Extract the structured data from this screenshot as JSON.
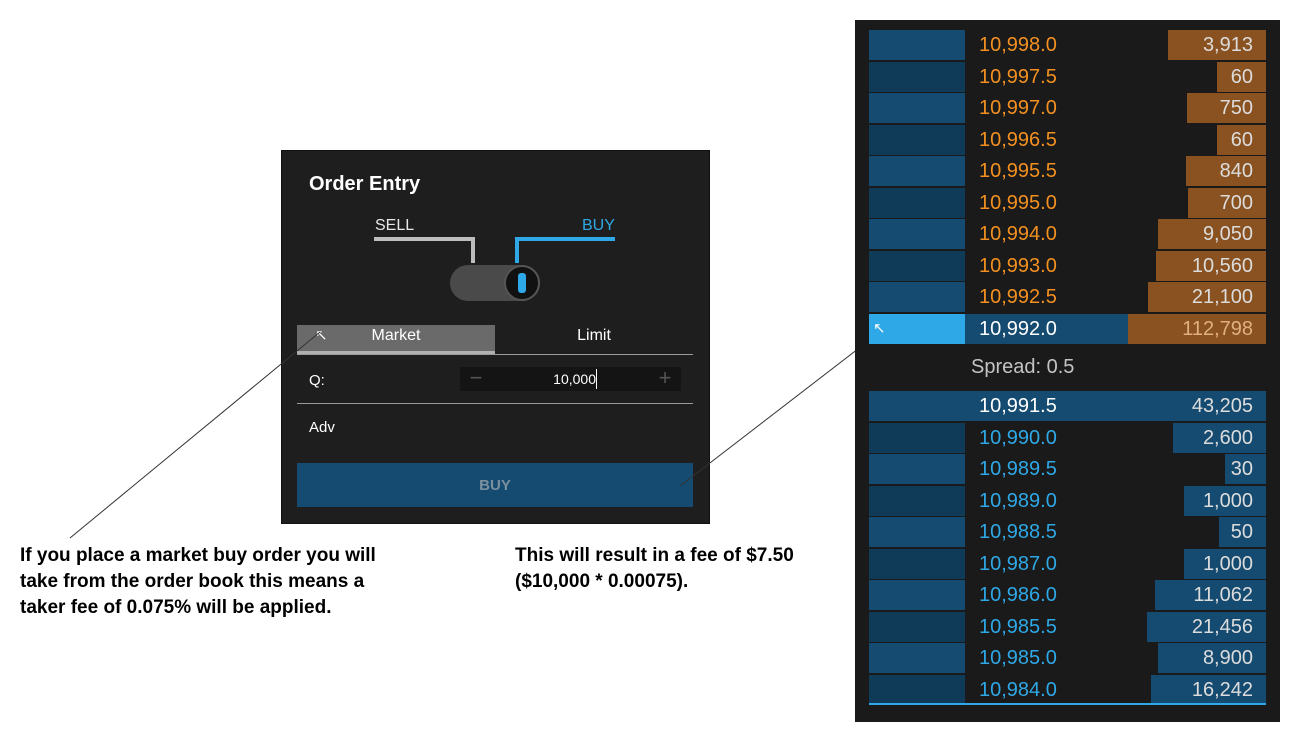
{
  "order_entry": {
    "title": "Order Entry",
    "sell_label": "SELL",
    "buy_label": "BUY",
    "tabs": {
      "market": "Market",
      "limit": "Limit"
    },
    "quantity_label": "Q:",
    "quantity_value": "10,000",
    "minus_symbol": "−",
    "plus_symbol": "+",
    "adv_label": "Adv",
    "submit_label": "BUY"
  },
  "annotations": {
    "taker_note": "If you place a market buy order you will take from the order book this means a taker fee of 0.075% will be applied.",
    "fee_note": "This will result in a fee of $7.50 ($10,000 * 0.00075)."
  },
  "order_book": {
    "asks": [
      {
        "price": "10,998.0",
        "size": "3,913"
      },
      {
        "price": "10,997.5",
        "size": "60"
      },
      {
        "price": "10,997.0",
        "size": "750"
      },
      {
        "price": "10,996.5",
        "size": "60"
      },
      {
        "price": "10,995.5",
        "size": "840"
      },
      {
        "price": "10,995.0",
        "size": "700"
      },
      {
        "price": "10,994.0",
        "size": "9,050"
      },
      {
        "price": "10,993.0",
        "size": "10,560"
      },
      {
        "price": "10,992.5",
        "size": "21,100"
      },
      {
        "price": "10,992.0",
        "size": "112,798"
      }
    ],
    "spread": "Spread: 0.5",
    "bids": [
      {
        "price": "10,991.5",
        "size": "43,205"
      },
      {
        "price": "10,990.0",
        "size": "2,600"
      },
      {
        "price": "10,989.5",
        "size": "30"
      },
      {
        "price": "10,989.0",
        "size": "1,000"
      },
      {
        "price": "10,988.5",
        "size": "50"
      },
      {
        "price": "10,987.0",
        "size": "1,000"
      },
      {
        "price": "10,986.0",
        "size": "11,062"
      },
      {
        "price": "10,985.5",
        "size": "21,456"
      },
      {
        "price": "10,985.0",
        "size": "8,900"
      },
      {
        "price": "10,984.0",
        "size": "16,242"
      }
    ]
  },
  "colors": {
    "ask_price": "#f39020",
    "ask_bar": "#8a5220",
    "bid_price": "#2ea8e6",
    "bid_bar": "#154b70",
    "left_dark": "#0f3a58",
    "left_light": "#154b70",
    "best_highlight": "#2ea8e6"
  }
}
